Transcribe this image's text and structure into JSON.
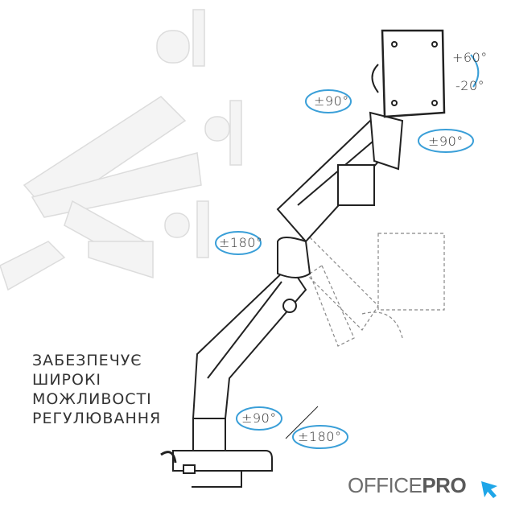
{
  "tagline": [
    "ЗАБЕЗПЕЧУЄ",
    "ШИРОКІ",
    "МОЖЛИВОСТІ",
    "РЕГУЛЮВАННЯ"
  ],
  "angles": {
    "tilt_up": "+60°",
    "tilt_down": "-20°",
    "swivel_head": "±90°",
    "rotate_head": "±90°",
    "joint_mid": "±180°",
    "base_swivel": "±90°",
    "base_rotate": "±180°"
  },
  "logo": {
    "light": "OFFICE",
    "bold": "PRO"
  },
  "colors": {
    "accent": "#3a9fd8",
    "line": "#222222",
    "logo_gray": "#6d6d6d"
  }
}
